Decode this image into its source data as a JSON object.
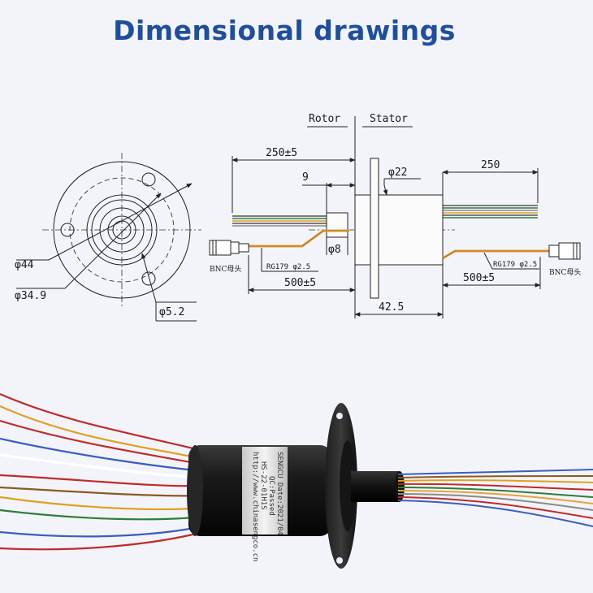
{
  "title": "Dimensional drawings",
  "side_view": {
    "rotor_label": "Rotor",
    "stator_label": "Stator",
    "dims": {
      "left_wire": "250±5",
      "hub_width": "9",
      "flange_dia": "φ22",
      "right_wire": "250",
      "rotor_shaft": "φ8",
      "left_cable": "500±5",
      "right_cable": "500±5",
      "body_length": "42.5"
    },
    "cable_labels": {
      "left": "RG179  φ2.5",
      "right": "RG179 φ2.5"
    },
    "connector_labels": {
      "left": "BNC母头",
      "right": "BNC母头"
    }
  },
  "front_view": {
    "dims": {
      "outer": "φ44",
      "pcd": "φ34.9",
      "hole": "φ5.2"
    }
  },
  "photo": {
    "label_lines": [
      "SENGCU Date:2021/04",
      "QC:Passed",
      "HS-22-01H1S",
      "http://www.chinasengco.cn"
    ]
  },
  "colors": {
    "title": "#1f4e9c",
    "cable_orange": "#e8a23c",
    "wire_colors": [
      "#555555",
      "#2f7d3a",
      "#e0a020",
      "#c02a2a",
      "#8a5a20",
      "#3a5ec0",
      "#8a8a8a"
    ]
  }
}
